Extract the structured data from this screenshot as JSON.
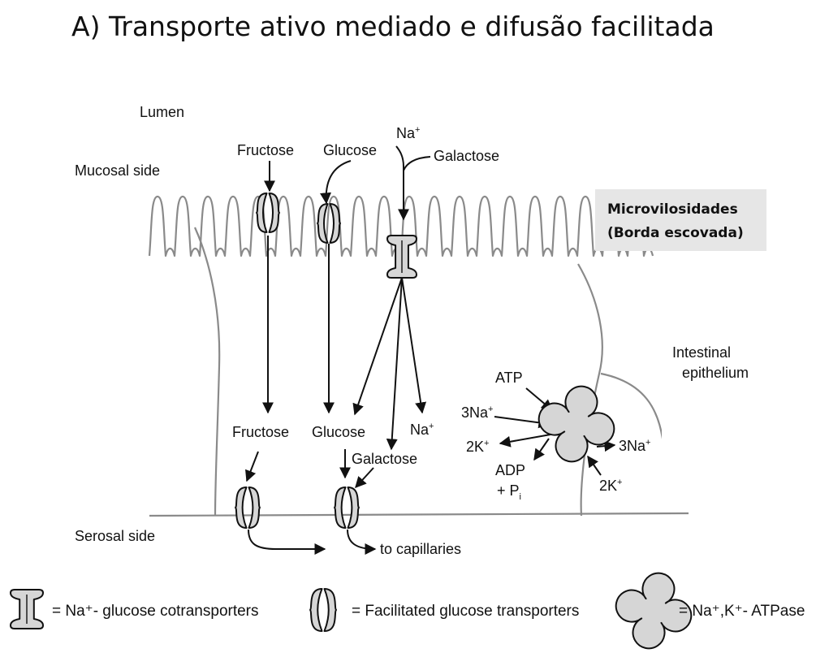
{
  "title": "A) Transporte ativo mediado e difusão facilitada",
  "labels": {
    "lumen": "Lumen",
    "mucosal_side": "Mucosal side",
    "serosal_side": "Serosal side",
    "intestinal_line1": "Intestinal",
    "intestinal_line2": "epithelium",
    "fructose_top": "Fructose",
    "glucose_top": "Glucose",
    "na_top": "Na",
    "na_top_sup": "+",
    "galactose_top": "Galactose",
    "fructose_bottom": "Fructose",
    "glucose_bottom": "Glucose",
    "galactose_bottom": "Galactose",
    "na_bottom": "Na",
    "na_bottom_sup": "+",
    "to_capillaries": "to capillaries",
    "atp": "ATP",
    "na3_in": "3Na",
    "na3_in_sup": "+",
    "k2_out": "2K",
    "k2_out_sup": "+",
    "adp": "ADP",
    "plus_pi": "+ P",
    "pi_sub": "i",
    "na3_out": "3Na",
    "na3_out_sup": "+",
    "k2_in": "2K",
    "k2_in_sup": "+"
  },
  "callout": {
    "line1": "Microvilosidades",
    "line2": "(Borda escovada)"
  },
  "legend": {
    "cotransporter": "= Na⁺- glucose cotransporters",
    "facilitated": "= Facilitated glucose transporters",
    "atpase": "= Na⁺,K⁺- ATPase"
  },
  "colors": {
    "membrane": "#8a8a8a",
    "protein_fill": "#d6d6d6",
    "callout_bg": "#e6e6e6"
  }
}
